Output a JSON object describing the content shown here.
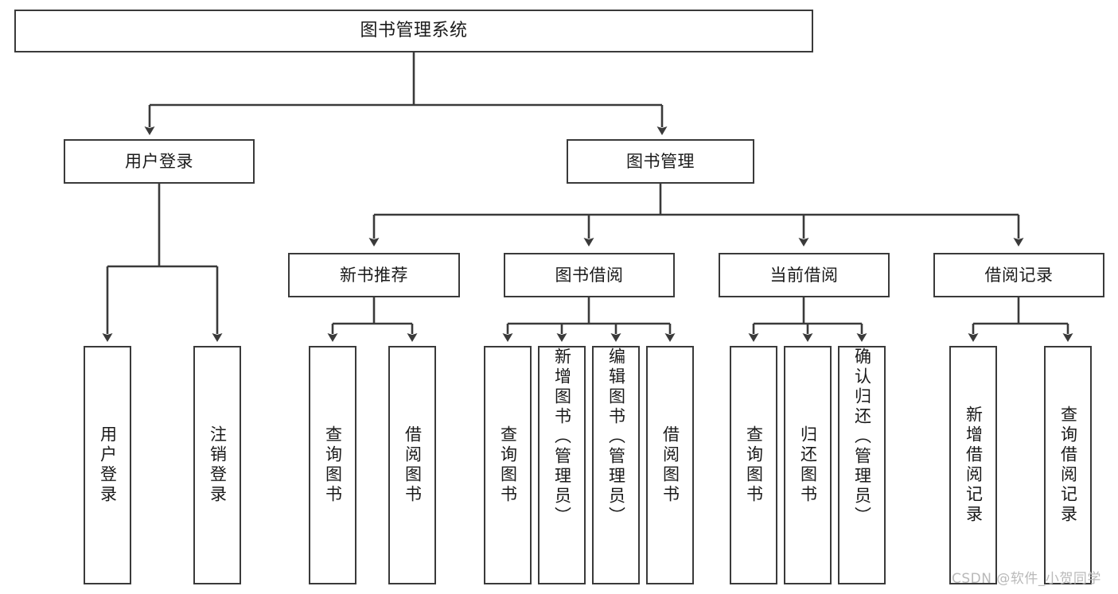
{
  "diagram": {
    "title": "图书管理系统",
    "levels": {
      "root": {
        "label": "图书管理系统"
      },
      "level1": [
        {
          "label": "用户登录"
        },
        {
          "label": "图书管理"
        }
      ],
      "level2": [
        {
          "label": "新书推荐"
        },
        {
          "label": "图书借阅"
        },
        {
          "label": "当前借阅"
        },
        {
          "label": "借阅记录"
        }
      ],
      "leaves": {
        "user_login": [
          {
            "label": "用户登录"
          },
          {
            "label": "注销登录"
          }
        ],
        "new_book_recommend": [
          {
            "label": "查询图书"
          },
          {
            "label": "借阅图书"
          }
        ],
        "book_borrow": [
          {
            "label": "查询图书"
          },
          {
            "label": "新增图书（管理员）"
          },
          {
            "label": "编辑图书（管理员）"
          },
          {
            "label": "借阅图书"
          }
        ],
        "current_borrow": [
          {
            "label": "查询图书"
          },
          {
            "label": "归还图书"
          },
          {
            "label": "确认归还（管理员）"
          }
        ],
        "borrow_record": [
          {
            "label": "新增借阅记录"
          },
          {
            "label": "查询借阅记录"
          }
        ]
      }
    },
    "watermark": "CSDN @软件_小贺同学",
    "colors": {
      "border": "#3a3a3a",
      "text": "#1a1a1a",
      "background": "#ffffff",
      "connector": "#3a3a3a",
      "watermark": "#b9b9b9"
    }
  }
}
